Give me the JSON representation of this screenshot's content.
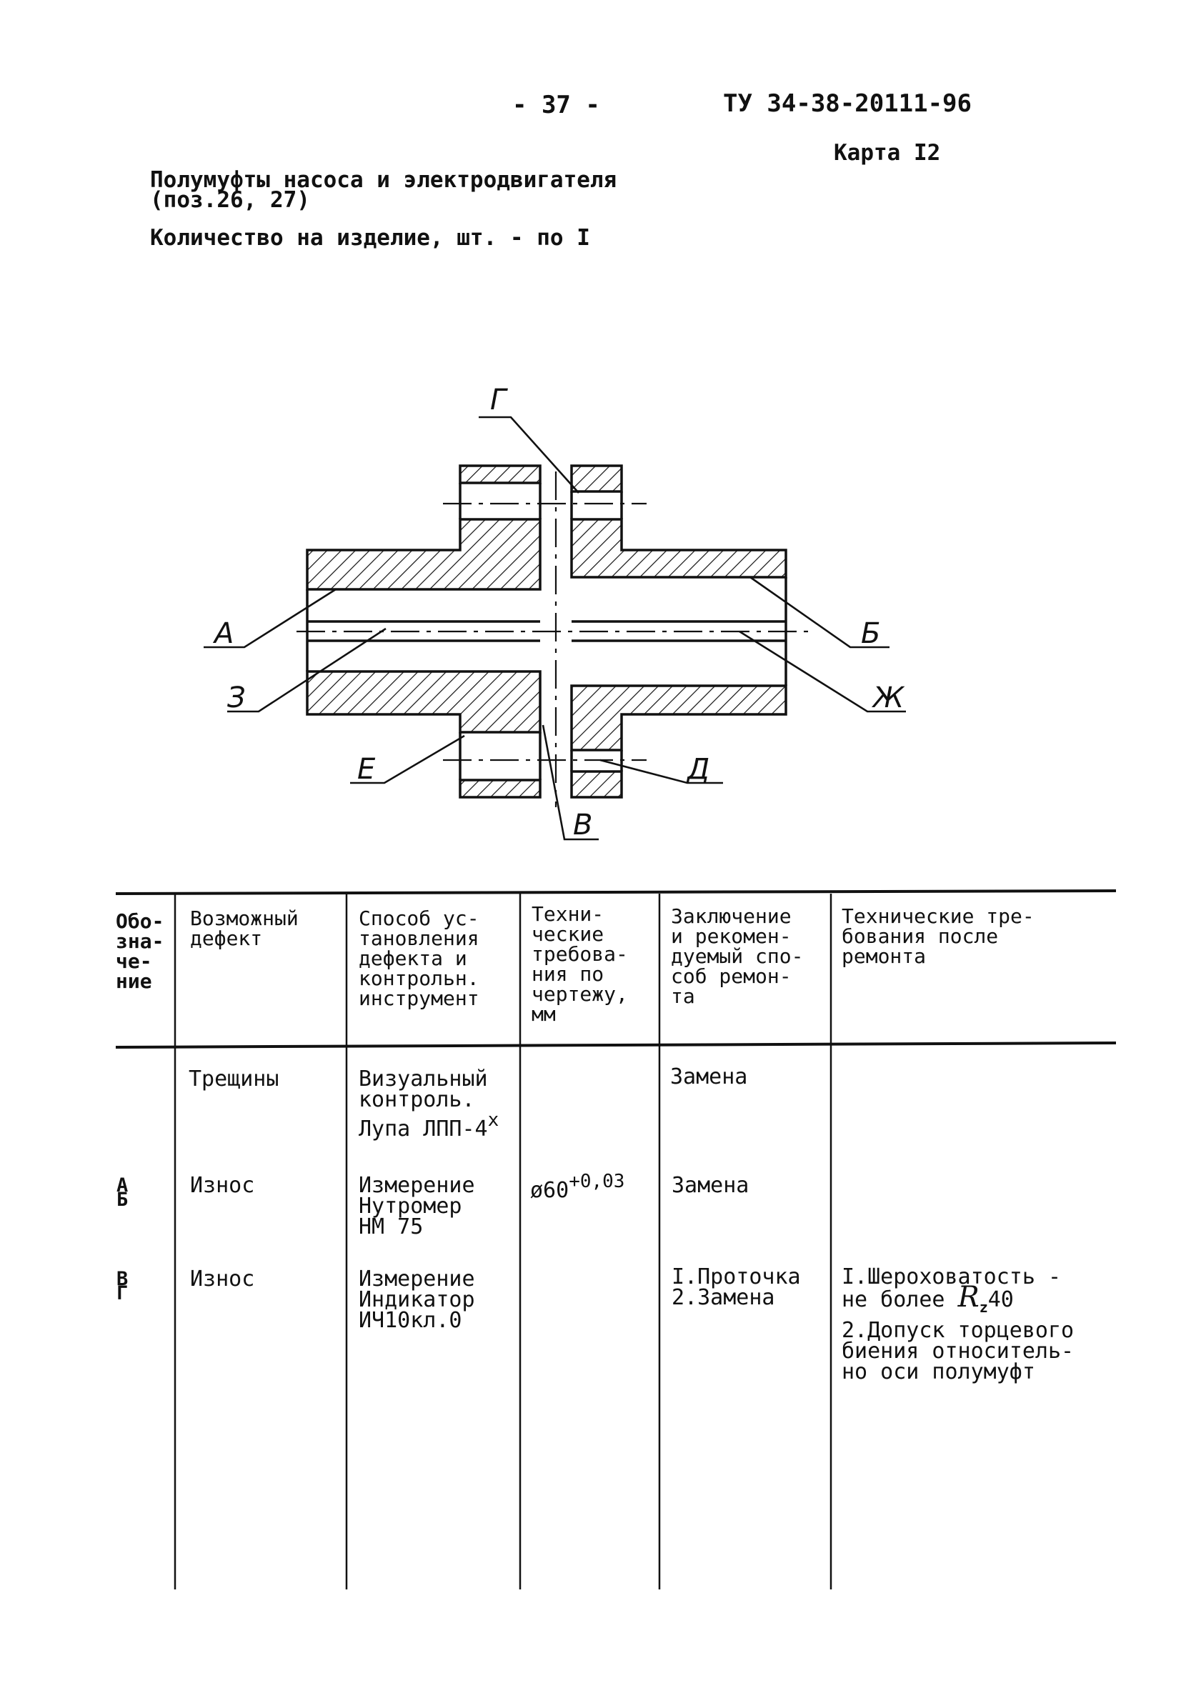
{
  "header": {
    "page_number": "- 37 -",
    "doc_code": "ТУ 34-38-20111-96",
    "card": "Карта I2"
  },
  "part": {
    "title_line1": "Полумуфты насоса и электродвигателя",
    "title_line2": "(поз.26, 27)",
    "quantity": "Количество на изделие, шт. - по I"
  },
  "drawing": {
    "labels": {
      "G": "Г",
      "A": "А",
      "B": "Б",
      "Z": "З",
      "ZH": "Ж",
      "E": "Е",
      "D": "Д",
      "V": "В"
    }
  },
  "table": {
    "headers": {
      "designation": "Обо-\nзна-\nче-\nние",
      "defect": "Возможный\nдефект",
      "method": "Способ ус-\nтановления\nдефекта и\nконтрольн.\nинструмент",
      "spec": "Техни-\nческие\nтребова-\nния по\nчертежу,\nмм",
      "conclusion": "Заключение\nи рекомен-\nдуемый спо-\nсоб ремон-\nта",
      "after_repair": "Технические тре-\nбования после\nремонта"
    },
    "rows": [
      {
        "designation": "",
        "defect": "Трещины",
        "method_l1": "Визуальный",
        "method_l2": "контроль.",
        "method_l3": "Лупа ЛПП-4",
        "method_sup": "x",
        "spec_main": "",
        "spec_sup": "",
        "conclusion": "Замена",
        "after_l1": "",
        "after_l2a": "",
        "after_r": "",
        "after_sub": "",
        "after_num": "",
        "after_p2": ""
      },
      {
        "designation": "А\nБ",
        "defect": "Износ",
        "method_l1": "Измерение",
        "method_l2": "Нутромер",
        "method_l3": "НМ 75",
        "method_sup": "",
        "spec_main": "ø60",
        "spec_sup": "+0,03",
        "conclusion": "Замена",
        "after_l1": "",
        "after_l2a": "",
        "after_r": "",
        "after_sub": "",
        "after_num": "",
        "after_p2": ""
      },
      {
        "designation": "В\nГ",
        "defect": "Износ",
        "method_l1": "Измерение",
        "method_l2": "Индикатор",
        "method_l3": "ИЧ10кл.0",
        "method_sup": "",
        "spec_main": "",
        "spec_sup": "",
        "conclusion": "I.Проточка\n2.Замена",
        "after_l1": "I.Шероховатость -",
        "after_l2a": "не более ",
        "after_r": "R",
        "after_sub": "z",
        "after_num": "40",
        "after_p2": "2.Допуск торцевого\nбиения относитель-\nно оси полумуфт"
      }
    ]
  }
}
